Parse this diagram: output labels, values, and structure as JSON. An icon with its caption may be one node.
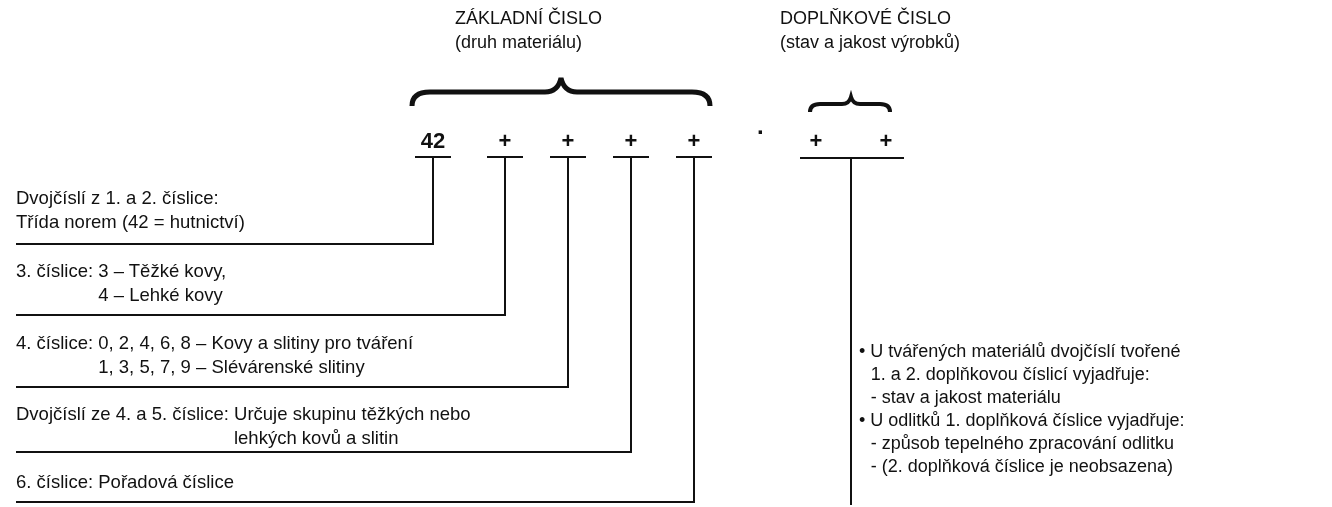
{
  "diagram": {
    "nodes": [
      {
        "text": [
          "42"
        ]
      },
      {
        "text": [
          "+"
        ]
      },
      {
        "text": [
          "+"
        ]
      },
      {
        "text": [
          "+"
        ]
      },
      {
        "text": [
          "+"
        ]
      },
      {
        "text": [
          "+"
        ]
      },
      {
        "text": [
          "+"
        ]
      },
      {
        "text": [
          "Dvojčíslí z 1. a 2. číslice: Třída norem (42 = hutnictví)"
        ]
      },
      {
        "text": [
          "3. číslice: 3 – Těžké kovy, 4 – Lehké kovy"
        ]
      },
      {
        "text": [
          "4. číslice: 0, 2, 4, 6, 8 – Kovy a slitiny pro tváření 1, 3, 5, 7, 9 – Slévárenské slitiny"
        ]
      },
      {
        "text": [
          "Dvojčíslí ze 4. a 5. číslice: Určuje skupinu těžkých nebo lehkých kovů a slitin"
        ]
      },
      {
        "text": [
          "6. číslice: Pořadová číslice"
        ]
      },
      {
        "text": [
          "• U tvářených materiálů dvojčíslí tvořené 1. a 2. doplňkovou číslicí vyjadřuje: - stav a jakost materiálu",
          "• U odlitků 1. doplňková číslice vyjadřuje: - způsob tepelného zpracování odlitku - (2. doplňková číslice je neobsazena)"
        ]
      }
    ],
    "edges": [
      {
        "from": 7,
        "to": 0,
        "arrow": "none"
      },
      {
        "from": 8,
        "to": 1,
        "arrow": "none"
      },
      {
        "from": 9,
        "to": 2,
        "arrow": "none"
      },
      {
        "from": 10,
        "to": 3,
        "arrow": "none"
      },
      {
        "from": 11,
        "to": 4,
        "arrow": "none"
      },
      {
        "from": 12,
        "to": 5,
        "arrow": "none"
      },
      {
        "from": 12,
        "to": 6,
        "arrow": "none"
      }
    ],
    "labels": [
      "ZÁKLADNÍ ČISLO",
      "(druh materiálu)",
      "DOPLŇKOVÉ ČISLO",
      "(stav a jakost výrobků)",
      "."
    ]
  }
}
